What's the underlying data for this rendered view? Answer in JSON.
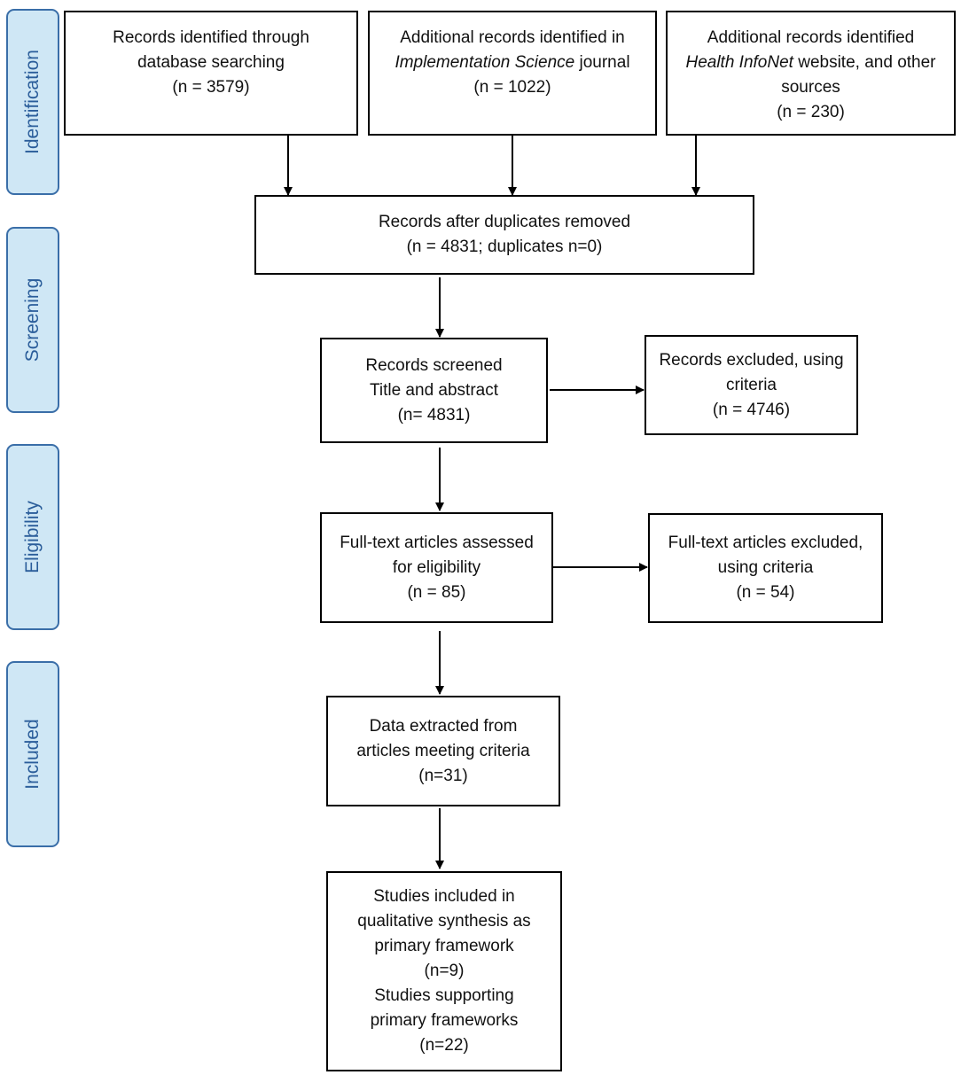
{
  "stages": [
    {
      "id": "identification",
      "label": "Identification"
    },
    {
      "id": "screening",
      "label": "Screening"
    },
    {
      "id": "eligibility",
      "label": "Eligibility"
    },
    {
      "id": "included",
      "label": "Included"
    }
  ],
  "boxes": {
    "database": {
      "lines": [
        "Records identified through",
        "database searching",
        "(n = 3579)"
      ]
    },
    "journal": {
      "line1": "Additional records identified in",
      "italic": "Implementation Science",
      "rest": " journal",
      "line3": "(n = 1022)"
    },
    "infonet": {
      "line1": "Additional records identified",
      "italic": "Health InfoNet",
      "rest": " website, and other",
      "line3": "sources",
      "line4": "(n = 230)"
    },
    "duplicates": {
      "lines": [
        "Records after duplicates removed",
        "(n = 4831; duplicates n=0)"
      ]
    },
    "screened": {
      "lines": [
        "Records screened",
        "Title and abstract",
        "(n= 4831)"
      ]
    },
    "excluded_screen": {
      "lines": [
        "Records excluded, using",
        "criteria",
        "(n = 4746)"
      ]
    },
    "fulltext": {
      "lines": [
        "Full-text articles assessed",
        "for eligibility",
        "(n = 85)"
      ]
    },
    "excluded_fulltext": {
      "lines": [
        "Full-text articles excluded,",
        "using criteria",
        "(n = 54)"
      ]
    },
    "extracted": {
      "lines": [
        "Data extracted from",
        "articles meeting criteria",
        "(n=31)"
      ]
    },
    "included": {
      "lines": [
        "Studies included in",
        "qualitative synthesis as",
        "primary framework",
        "(n=9)",
        "Studies supporting",
        "primary frameworks",
        "(n=22)"
      ]
    }
  }
}
